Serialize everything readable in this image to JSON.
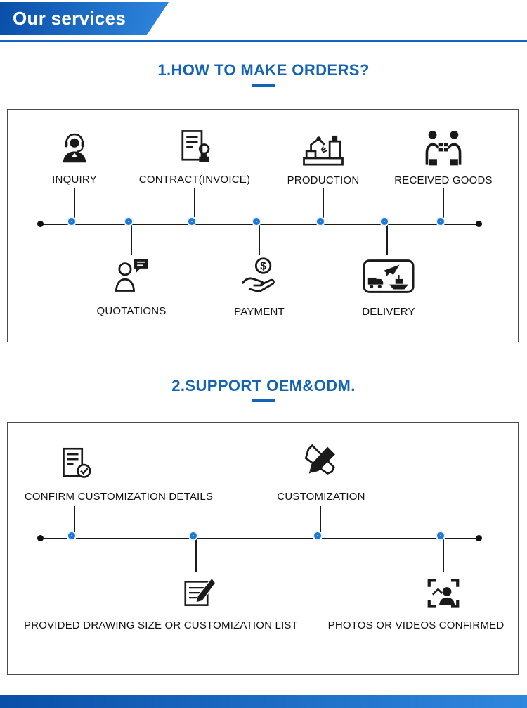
{
  "banner": {
    "title": "Our services"
  },
  "colors": {
    "banner_gradient_start": "#0a4fa8",
    "banner_gradient_end": "#2f87dd",
    "accent_blue": "#1464b4",
    "timeline_node_blue": "#1d7ad2",
    "timeline_node_fill": "#bcd9f5",
    "icon_black": "#1a1a1a"
  },
  "sections": [
    {
      "title": "1.HOW TO MAKE ORDERS?",
      "top_steps": [
        {
          "label": "INQUIRY",
          "icon": "customer-service-icon"
        },
        {
          "label": "CONTRACT(INVOICE)",
          "icon": "contract-stamp-icon"
        },
        {
          "label": "PRODUCTION",
          "icon": "machine-icon"
        },
        {
          "label": "RECEIVED GOODS",
          "icon": "handover-goods-icon"
        }
      ],
      "bottom_steps": [
        {
          "label": "QUOTATIONS",
          "icon": "quotation-bubble-icon"
        },
        {
          "label": "PAYMENT",
          "icon": "hand-money-icon"
        },
        {
          "label": "DELIVERY",
          "icon": "logistics-transport-icon"
        }
      ]
    },
    {
      "title": "2.SUPPORT OEM&ODM.",
      "top_steps": [
        {
          "label": "CONFIRM CUSTOMIZATION DETAILS",
          "icon": "document-check-icon"
        },
        {
          "label": "CUSTOMIZATION",
          "icon": "pen-tools-icon"
        }
      ],
      "bottom_steps": [
        {
          "label": "PROVIDED DRAWING SIZE OR CUSTOMIZATION LIST",
          "icon": "drawing-list-icon"
        },
        {
          "label": "PHOTOS OR VIDEOS CONFIRMED",
          "icon": "photo-person-icon"
        }
      ]
    }
  ]
}
